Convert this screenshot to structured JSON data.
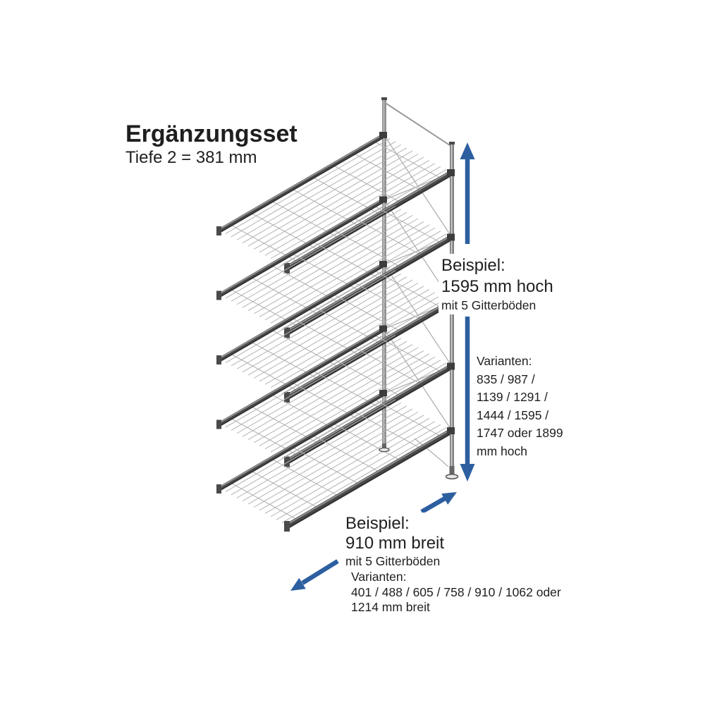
{
  "header": {
    "title": "Ergänzungsset",
    "subtitle": "Tiefe 2 = 381 mm"
  },
  "height_annotation": {
    "example_label": "Beispiel:",
    "example_value": "1595 mm hoch",
    "example_note": "mit 5 Gitterböden",
    "variants_label": "Varianten:",
    "variants_lines": [
      "835 / 987 /",
      "1139 / 1291 /",
      "1444 / 1595 /",
      "1747 oder 1899",
      "mm hoch"
    ]
  },
  "width_annotation": {
    "example_label": "Beispiel:",
    "example_value": "910 mm breit",
    "example_note": "mit 5 Gitterböden",
    "variants_label": "Varianten:",
    "variants_lines": [
      "401 / 488 / 605 / 758 / 910 / 1062 oder",
      "1214 mm breit"
    ]
  },
  "illustration": {
    "description": "Isometric line drawing of add-on wire-mesh shelving bay with 5 sloped grid shelves and two uprights",
    "shelf_count": 5,
    "colors": {
      "arrow": "#2d5fa0",
      "rail": "#4a4a4a",
      "rail_highlight": "#9c9c9c",
      "rail_shadow": "#2e2e2e",
      "mesh": "#b2b2b2",
      "post": "#9a9a9a",
      "post_edge": "#6a6a6a",
      "post_light": "#d8d8d8",
      "brace": "#b0b0b0",
      "bracket": "#3d3d3d",
      "foot": "#666666",
      "foot_plate": "#e8e8e8",
      "text": "#1f1f1f"
    }
  }
}
